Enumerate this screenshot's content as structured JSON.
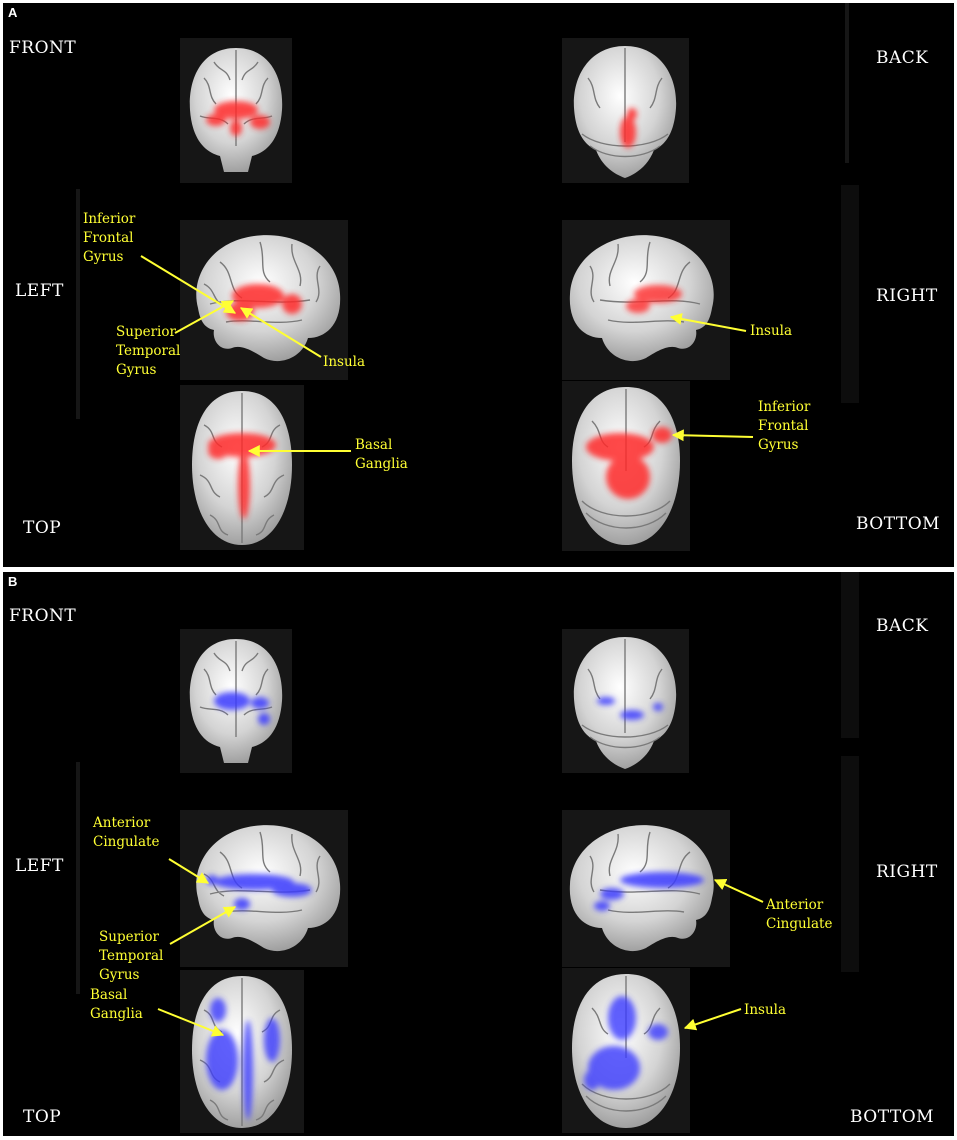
{
  "figure": {
    "background": "#000000",
    "annotation_color": "#FFFF33",
    "panels": [
      {
        "letter": "A",
        "activation_color": "#FF2A2A",
        "views": {
          "front": "FRONT",
          "back": "BACK",
          "left": "LEFT",
          "right": "RIGHT",
          "top": "TOP",
          "bottom": "BOTTOM"
        },
        "annotations": {
          "left_ifg": "Inferior\nFrontal\nGyrus",
          "left_stg": "Superior\nTemporal\nGyrus",
          "left_insula": "Insula",
          "right_insula": "Insula",
          "top_basal_ganglia": "Basal\nGanglia",
          "bottom_ifg": "Inferior\nFrontal\nGyrus"
        }
      },
      {
        "letter": "B",
        "activation_color": "#3A3AFF",
        "views": {
          "front": "FRONT",
          "back": "BACK",
          "left": "LEFT",
          "right": "RIGHT",
          "top": "TOP",
          "bottom": "BOTTOM"
        },
        "annotations": {
          "left_anterior_cingulate": "Anterior\nCingulate",
          "left_stg": "Superior\nTemporal\nGyrus",
          "right_anterior_cingulate": "Anterior\nCingulate",
          "top_basal_ganglia": "Basal\nGanglia",
          "bottom_insula": "Insula"
        }
      }
    ]
  }
}
